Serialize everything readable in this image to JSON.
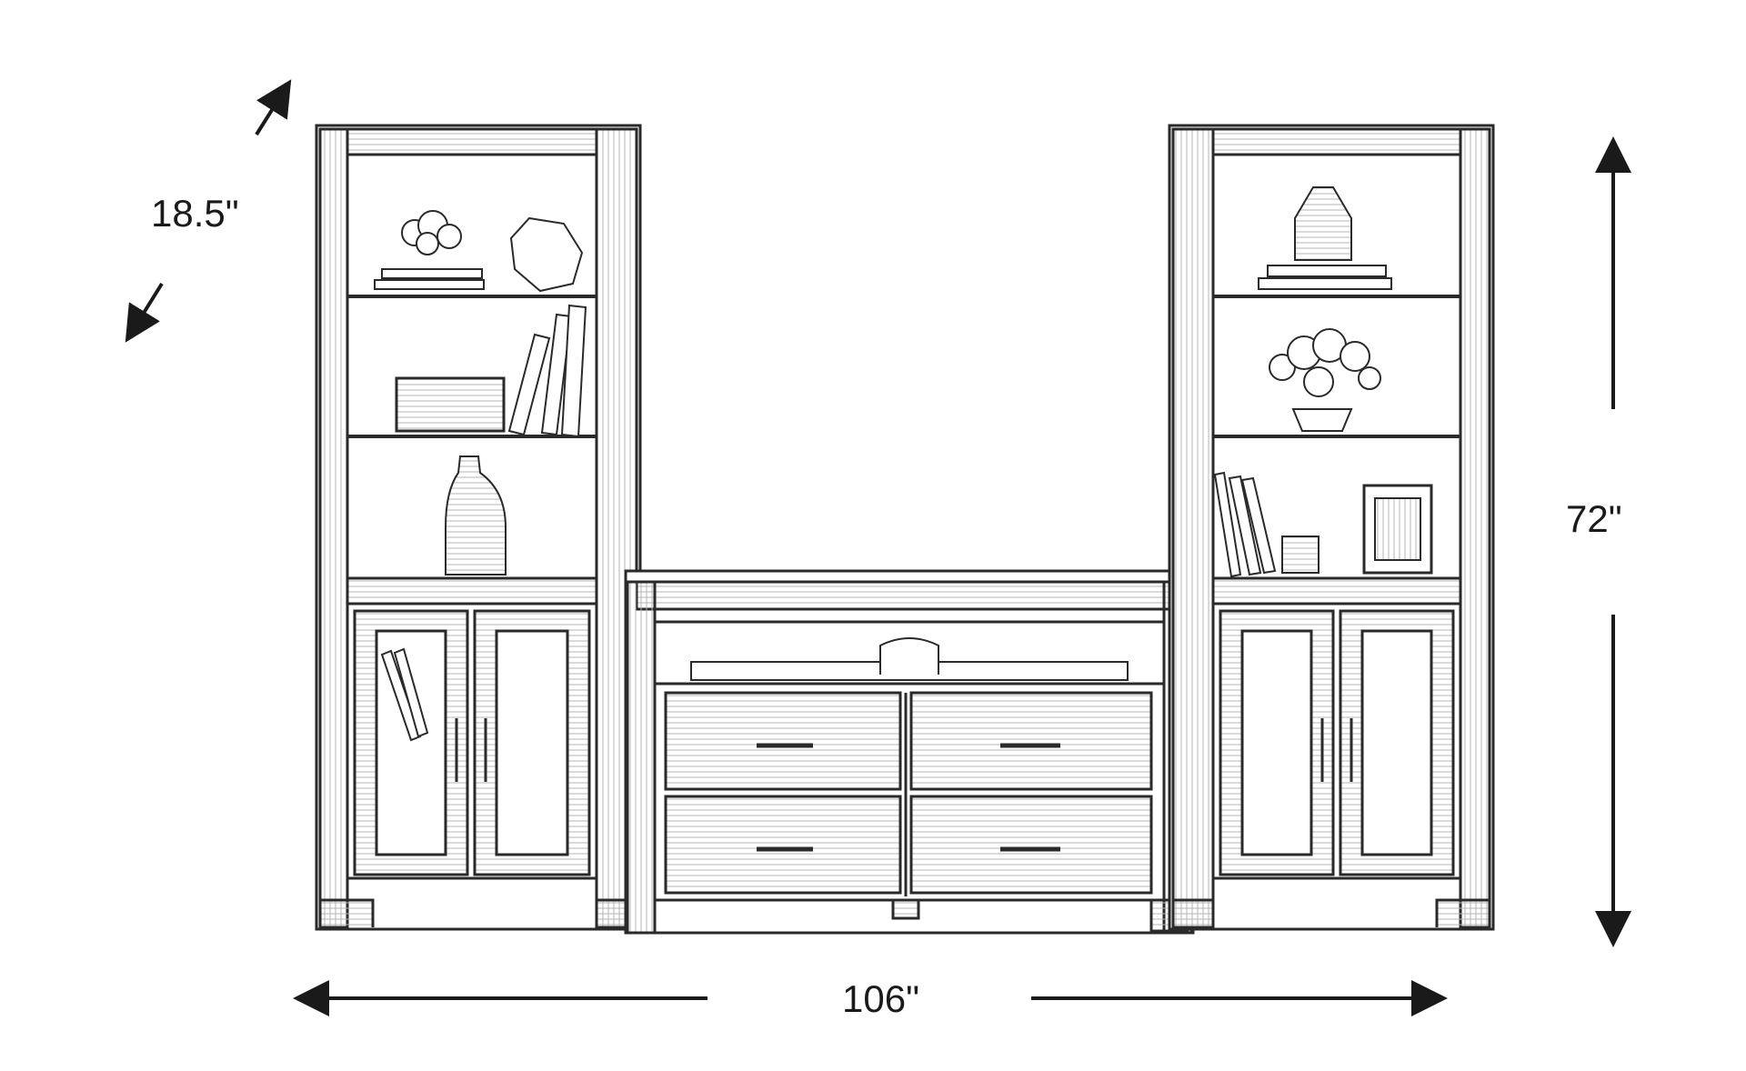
{
  "diagram": {
    "dimensions": {
      "depth": "18.5\"",
      "height": "72\"",
      "width": "106\""
    },
    "pieces": [
      "left-pier-bookcase",
      "tv-console",
      "right-pier-bookcase"
    ],
    "style": {
      "line_color": "#2a2a2a",
      "fill_color": "#ffffff",
      "wood_grain_color": "#9a9a9a"
    }
  }
}
